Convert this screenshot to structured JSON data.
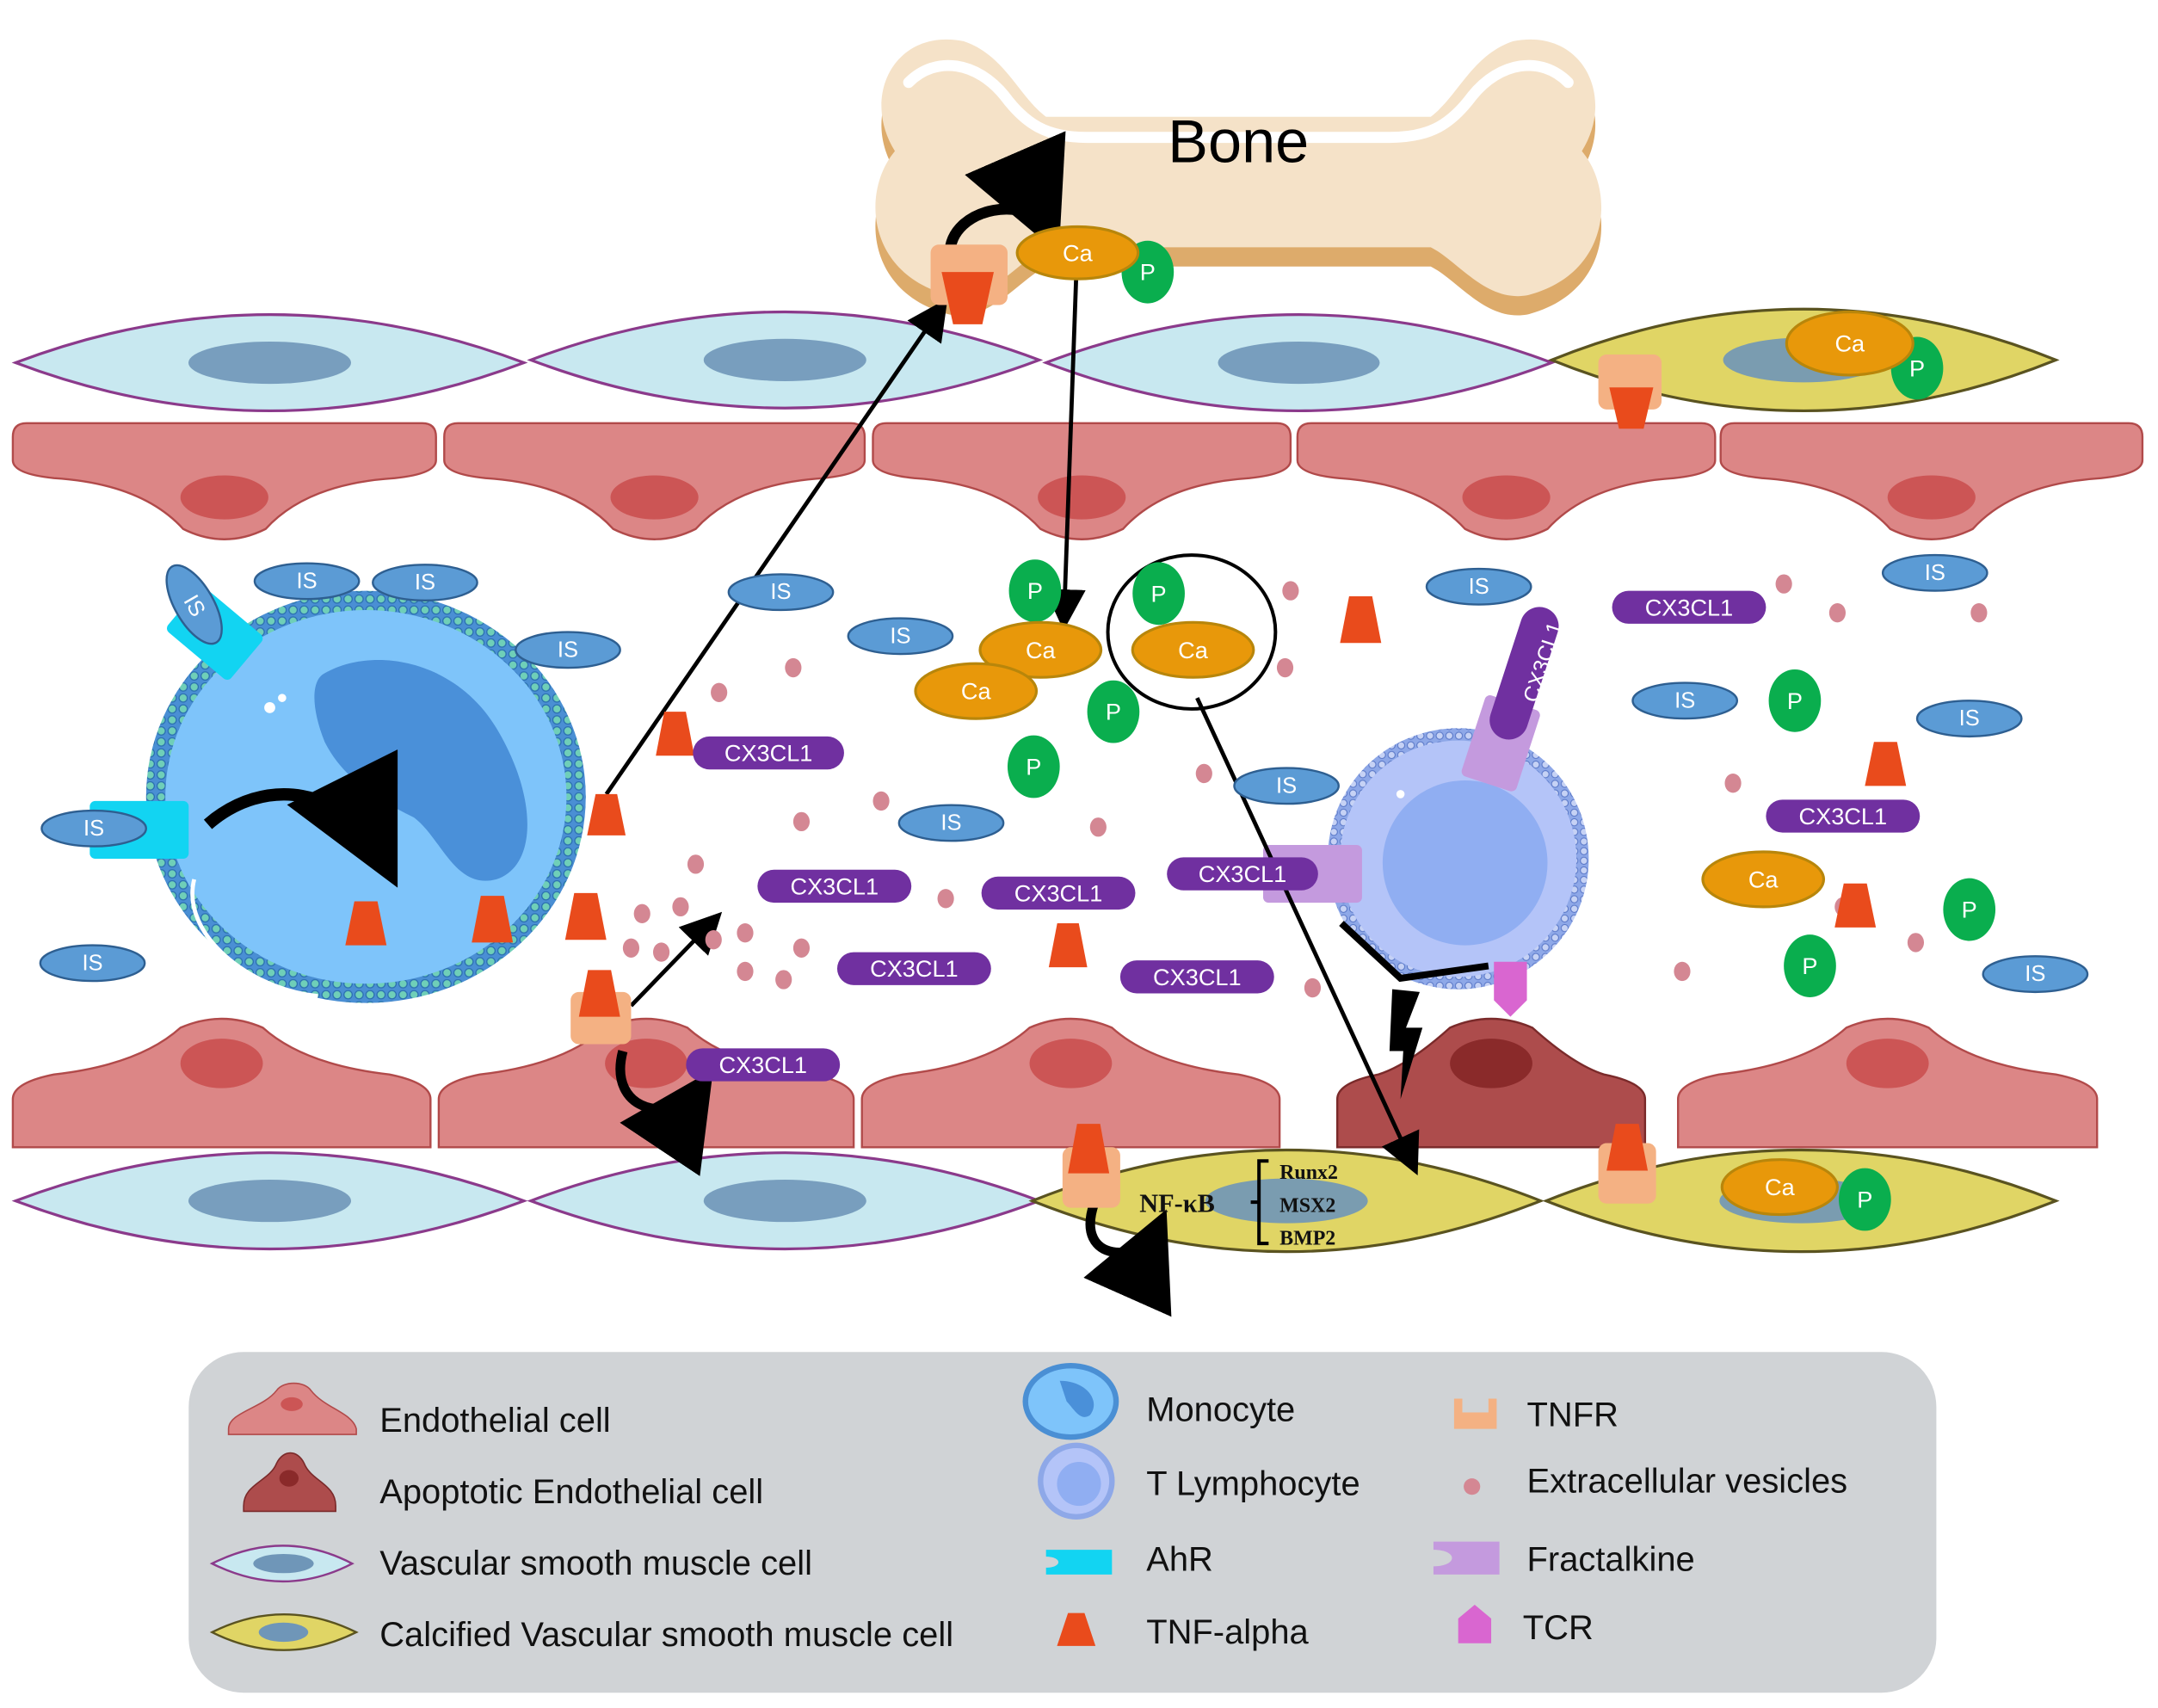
{
  "title": "Bone",
  "colors": {
    "endothelial": "#dc8686",
    "endothelial_nucleus": "#cc5555",
    "apoptotic": "#ad4c4c",
    "apoptotic_nucleus": "#8a2a2a",
    "vsmc_fill": "#c8e8f0",
    "vsmc_stroke": "#8b3a8b",
    "vsmc_nucleus": "#6f96b8",
    "calcified_fill": "#e0d565",
    "calcified_stroke": "#5a5320",
    "ca": "#e8980a",
    "ca_stroke": "#b8860b",
    "p": "#0aae4e",
    "is": "#5b9bd5",
    "is_stroke": "#2e5f91",
    "cx3cl1": "#7030a0",
    "tnf": "#e94b1c",
    "tnfr": "#f4b183",
    "ahr": "#12d4f2",
    "fractalkine": "#c49ade",
    "tcr": "#d966d0",
    "vesicle": "#d48793",
    "monocyte": "#7ec4fa",
    "monocyte_nucleus": "#4a90d9",
    "tlymph": "#b4c4f8",
    "tlymph_nucleus": "#90aef2",
    "bone_light": "#f5e2c8",
    "bone_dark": "#ddab6b",
    "legend_bg": "#d0d3d6"
  },
  "labels": {
    "ca": "Ca",
    "p": "P",
    "is": "IS",
    "cx3cl1": "CX3CL1",
    "nfkb": "NF-κB",
    "genes": [
      "Runx2",
      "MSX2",
      "BMP2"
    ]
  },
  "legend": {
    "col1": [
      {
        "icon": "endothelial-cell-icon",
        "label": "Endothelial cell"
      },
      {
        "icon": "apoptotic-endothelial-cell-icon",
        "label": "Apoptotic Endothelial cell"
      },
      {
        "icon": "vascular-smooth-muscle-cell-icon",
        "label": "Vascular smooth muscle cell"
      },
      {
        "icon": "calcified-vsmc-icon",
        "label": "Calcified Vascular smooth muscle cell"
      }
    ],
    "col2": [
      {
        "icon": "monocyte-icon",
        "label": "Monocyte"
      },
      {
        "icon": "t-lymphocyte-icon",
        "label": "T Lymphocyte"
      },
      {
        "icon": "ahr-icon",
        "label": "AhR"
      },
      {
        "icon": "tnf-alpha-icon",
        "label": "TNF-alpha"
      }
    ],
    "col3": [
      {
        "icon": "tnfr-icon",
        "label": "TNFR"
      },
      {
        "icon": "extracellular-vesicle-icon",
        "label": "Extracellular vesicles"
      },
      {
        "icon": "fractalkine-icon",
        "label": "Fractalkine"
      },
      {
        "icon": "tcr-icon",
        "label": "TCR"
      }
    ]
  }
}
